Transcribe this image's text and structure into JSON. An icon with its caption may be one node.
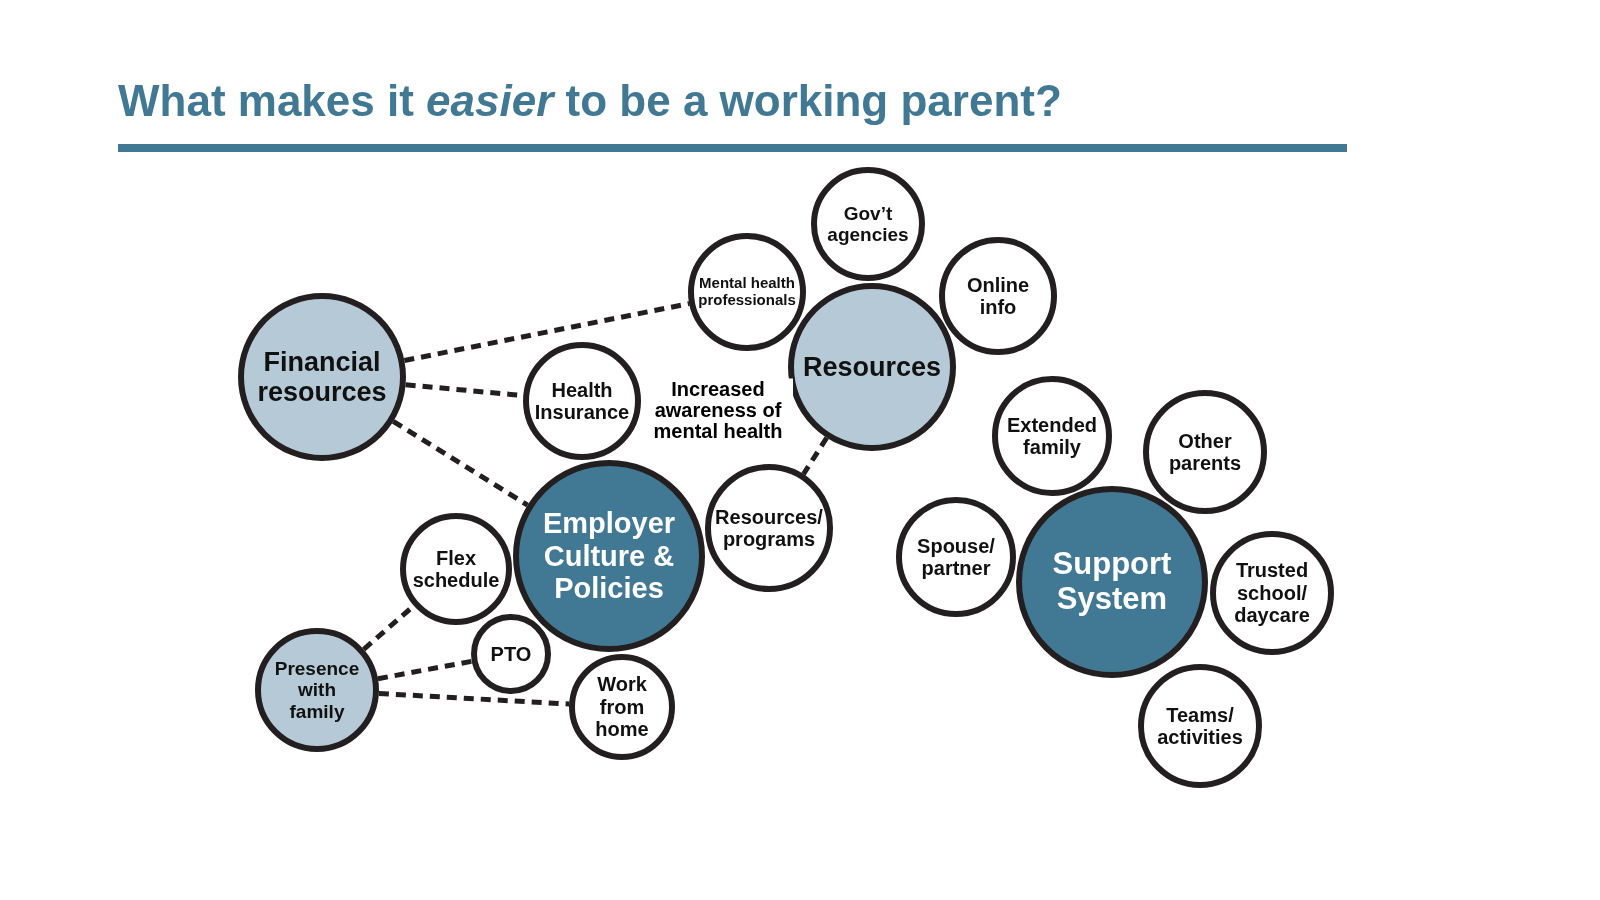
{
  "diagram": {
    "title": "What makes it *easier* to be a working parent?",
    "nodes": [
      {
        "text": [
          "Financial resources"
        ]
      },
      {
        "text": [
          "Resources"
        ]
      },
      {
        "text": [
          "Mental health professionals"
        ]
      },
      {
        "text": [
          "Gov’t agencies"
        ]
      },
      {
        "text": [
          "Online info"
        ]
      },
      {
        "text": [
          "Employer Culture & Policies"
        ]
      },
      {
        "text": [
          "Health Insurance"
        ]
      },
      {
        "text": [
          "Resources/ programs"
        ]
      },
      {
        "text": [
          "Flex schedule"
        ]
      },
      {
        "text": [
          "PTO"
        ]
      },
      {
        "text": [
          "Work from home"
        ]
      },
      {
        "text": [
          "Presence with family"
        ]
      },
      {
        "text": [
          "Support System"
        ]
      },
      {
        "text": [
          "Extended family"
        ]
      },
      {
        "text": [
          "Other parents"
        ]
      },
      {
        "text": [
          "Spouse/ partner"
        ]
      },
      {
        "text": [
          "Trusted school/ daycare"
        ]
      },
      {
        "text": [
          "Teams/ activities"
        ]
      }
    ],
    "edges": [
      {
        "from": 0,
        "to": 2,
        "arrow": "none",
        "style": "dashed"
      },
      {
        "from": 0,
        "to": 6,
        "arrow": "none",
        "style": "dashed"
      },
      {
        "from": 0,
        "to": 5,
        "arrow": "none",
        "style": "dashed"
      },
      {
        "from": 1,
        "to": 7,
        "arrow": "none",
        "style": "dashed",
        "label": "Increased awareness of mental health"
      },
      {
        "from": 11,
        "to": 8,
        "arrow": "none",
        "style": "dashed"
      },
      {
        "from": 11,
        "to": 9,
        "arrow": "none",
        "style": "dashed"
      },
      {
        "from": 11,
        "to": 10,
        "arrow": "none",
        "style": "dashed"
      }
    ]
  }
}
